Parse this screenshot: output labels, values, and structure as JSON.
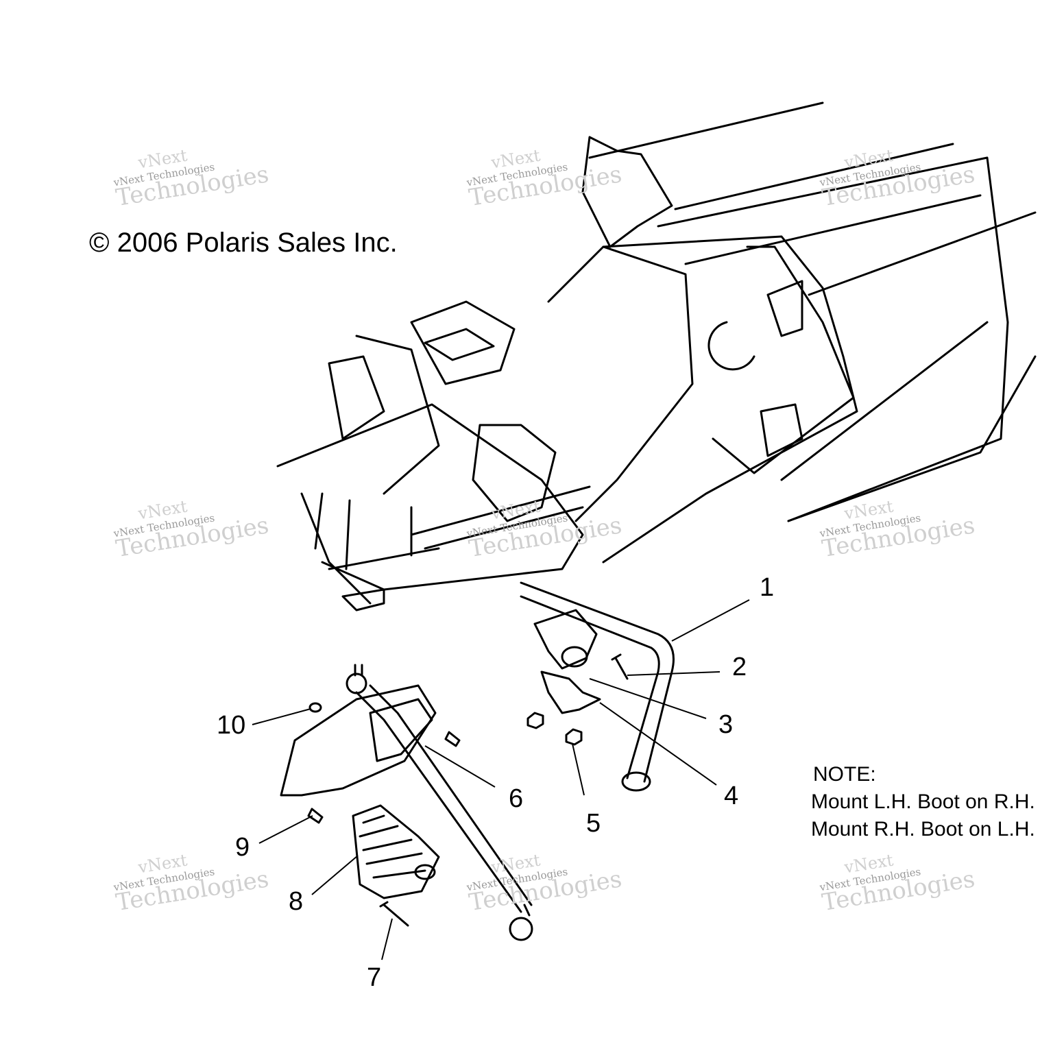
{
  "copyright": "© 2006 Polaris Sales Inc.",
  "callouts": [
    "1",
    "2",
    "3",
    "4",
    "5",
    "6",
    "7",
    "8",
    "9",
    "10"
  ],
  "note": {
    "heading": "NOTE:",
    "line1": "Mount L.H. Boot on R.H.",
    "line2": "Mount R.H. Boot on L.H."
  },
  "watermark": {
    "name": "vNext",
    "full": "vNext Technologies",
    "word": "Technologies"
  },
  "colors": {
    "ink": "#000000",
    "watermark": "#cfcfcf",
    "background": "#ffffff"
  }
}
